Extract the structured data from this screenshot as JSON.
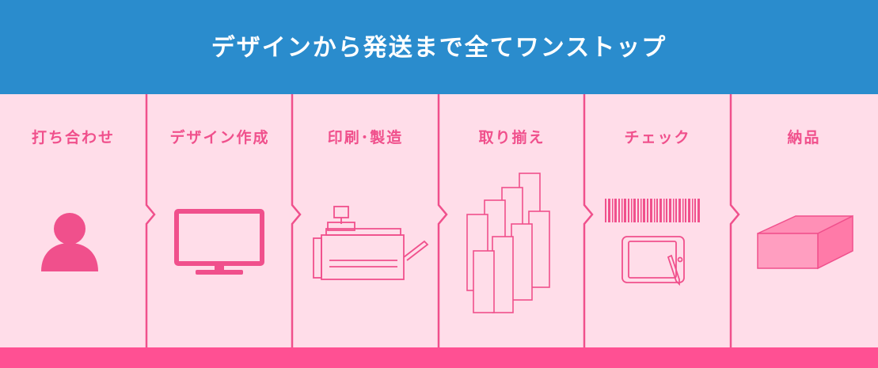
{
  "header": {
    "title": "デザインから発送まで全てワンストップ"
  },
  "steps": [
    {
      "label": "打ち合わせ",
      "icon": "person-icon"
    },
    {
      "label": "デザイン作成",
      "icon": "monitor-icon"
    },
    {
      "label": "印刷･製造",
      "icon": "printer-icon"
    },
    {
      "label": "取り揃え",
      "icon": "paper-stacks-icon"
    },
    {
      "label": "チェック",
      "icon": "barcode-tablet-icon"
    },
    {
      "label": "納品",
      "icon": "box-icon"
    }
  ],
  "colors": {
    "header_bg": "#2a8ccd",
    "panel_bg": "#ffdde9",
    "accent": "#f0508c",
    "bottom_bar": "#ff5093"
  }
}
